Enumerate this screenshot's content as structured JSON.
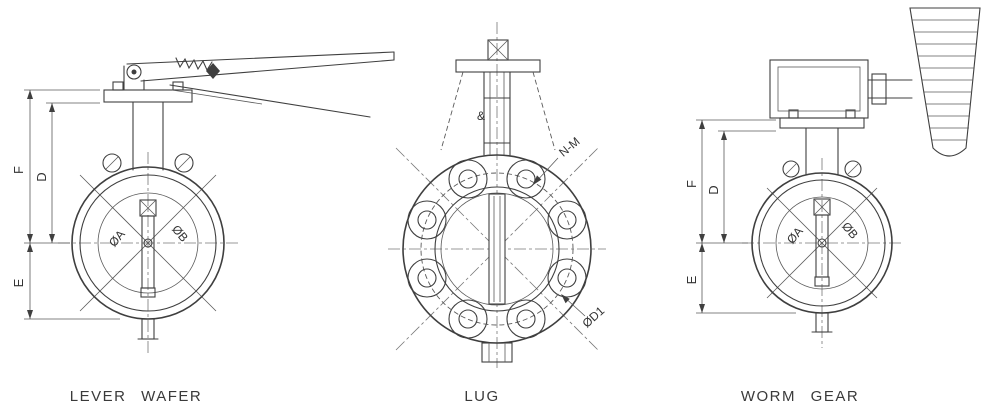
{
  "colors": {
    "line": "#3f3f3f",
    "text": "#303030",
    "background": "#ffffff"
  },
  "views": [
    {
      "id": "lever_wafer",
      "caption": "LEVER WAFER"
    },
    {
      "id": "lug",
      "caption": "LUG"
    },
    {
      "id": "worm_gear",
      "caption": "WORM GEAR"
    }
  ],
  "labels": {
    "lever_wafer": {
      "height_top": "F",
      "height_stem": "D",
      "height_bottom": "E",
      "disc_dia": "ØA",
      "body_dia": "ØB"
    },
    "lug": {
      "bolt_holes": "N-M",
      "bolt_circle_dia": "ØD1",
      "stem_mark": "&"
    },
    "worm_gear": {
      "height_top": "F",
      "height_stem": "D",
      "height_bottom": "E",
      "disc_dia": "ØA",
      "body_dia": "ØB"
    }
  }
}
